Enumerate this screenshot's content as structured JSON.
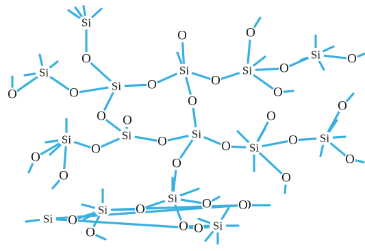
{
  "diagram": {
    "atom_symbols": {
      "si": "Si",
      "o": "O"
    },
    "colors": {
      "bond": "#3ab0e0",
      "text": "#1a1a1a",
      "background": "#ffffff"
    },
    "atoms": [
      {
        "id": "si1",
        "el": "si"
      },
      {
        "id": "si2",
        "el": "si"
      },
      {
        "id": "si3",
        "el": "si"
      },
      {
        "id": "si4",
        "el": "si"
      },
      {
        "id": "si5",
        "el": "si"
      },
      {
        "id": "si6",
        "el": "si"
      },
      {
        "id": "si7",
        "el": "si"
      },
      {
        "id": "si8",
        "el": "si"
      },
      {
        "id": "si9",
        "el": "si"
      },
      {
        "id": "si10",
        "el": "si"
      },
      {
        "id": "si11",
        "el": "si"
      },
      {
        "id": "si12",
        "el": "si"
      },
      {
        "id": "si13",
        "el": "si"
      },
      {
        "id": "si14",
        "el": "si"
      },
      {
        "id": "si15",
        "el": "si"
      },
      {
        "id": "o1",
        "el": "o"
      },
      {
        "id": "o2",
        "el": "o"
      },
      {
        "id": "o3",
        "el": "o"
      },
      {
        "id": "o4",
        "el": "o"
      },
      {
        "id": "o5",
        "el": "o"
      },
      {
        "id": "o6",
        "el": "o"
      },
      {
        "id": "o7",
        "el": "o"
      },
      {
        "id": "o8",
        "el": "o"
      },
      {
        "id": "o9",
        "el": "o"
      },
      {
        "id": "o10",
        "el": "o"
      },
      {
        "id": "o11",
        "el": "o"
      },
      {
        "id": "o12",
        "el": "o"
      },
      {
        "id": "o13",
        "el": "o"
      },
      {
        "id": "o14",
        "el": "o"
      },
      {
        "id": "o15",
        "el": "o"
      },
      {
        "id": "o16",
        "el": "o"
      },
      {
        "id": "o17",
        "el": "o"
      },
      {
        "id": "o18",
        "el": "o"
      },
      {
        "id": "o19",
        "el": "o"
      },
      {
        "id": "o20",
        "el": "o"
      },
      {
        "id": "o21",
        "el": "o"
      },
      {
        "id": "o22",
        "el": "o"
      },
      {
        "id": "o23",
        "el": "o"
      },
      {
        "id": "o24",
        "el": "o"
      },
      {
        "id": "o25",
        "el": "o"
      },
      {
        "id": "o26",
        "el": "o"
      },
      {
        "id": "o27",
        "el": "o"
      },
      {
        "id": "o28",
        "el": "o"
      },
      {
        "id": "o29",
        "el": "o"
      },
      {
        "id": "o30",
        "el": "o"
      },
      {
        "id": "o31",
        "el": "o"
      },
      {
        "id": "o32",
        "el": "o"
      }
    ],
    "bonds": [
      [
        "si1",
        "o1"
      ],
      [
        "o1",
        "si3"
      ],
      [
        "si2",
        "o2"
      ],
      [
        "o2",
        "si3"
      ],
      [
        "si2",
        "o3"
      ],
      [
        "si3",
        "o4"
      ],
      [
        "o4",
        "si4"
      ],
      [
        "si3",
        "o5"
      ],
      [
        "o5",
        "si7"
      ],
      [
        "si4",
        "o6"
      ],
      [
        "si4",
        "o7"
      ],
      [
        "o7",
        "si5"
      ],
      [
        "si4",
        "o8"
      ],
      [
        "o8",
        "si9"
      ],
      [
        "si5",
        "o9"
      ],
      [
        "si5",
        "o10"
      ],
      [
        "o10",
        "si6"
      ],
      [
        "si5",
        "o11"
      ],
      [
        "si6",
        "o12"
      ],
      [
        "si7",
        "o13"
      ],
      [
        "o13",
        "si8"
      ],
      [
        "si7",
        "o14"
      ],
      [
        "o14",
        "si9"
      ],
      [
        "si8",
        "o15"
      ],
      [
        "si8",
        "o16"
      ],
      [
        "si9",
        "o17"
      ],
      [
        "o17",
        "si10"
      ],
      [
        "si9",
        "o18"
      ],
      [
        "o18",
        "si12"
      ],
      [
        "si10",
        "o19"
      ],
      [
        "si10",
        "o20"
      ],
      [
        "o20",
        "si11"
      ],
      [
        "si10",
        "o21"
      ],
      [
        "si11",
        "o22"
      ],
      [
        "si11",
        "o23"
      ],
      [
        "si12",
        "o24"
      ],
      [
        "o24",
        "si13"
      ],
      [
        "si12",
        "o25"
      ],
      [
        "si12",
        "o26"
      ],
      [
        "o26",
        "si14"
      ],
      [
        "si13",
        "o27"
      ],
      [
        "si13",
        "o28"
      ],
      [
        "si14",
        "o29"
      ],
      [
        "o29",
        "si15"
      ],
      [
        "si15",
        "o30"
      ],
      [
        "si7",
        "o31"
      ],
      [
        "si13",
        "o32"
      ]
    ],
    "methyl_count": 15
  }
}
